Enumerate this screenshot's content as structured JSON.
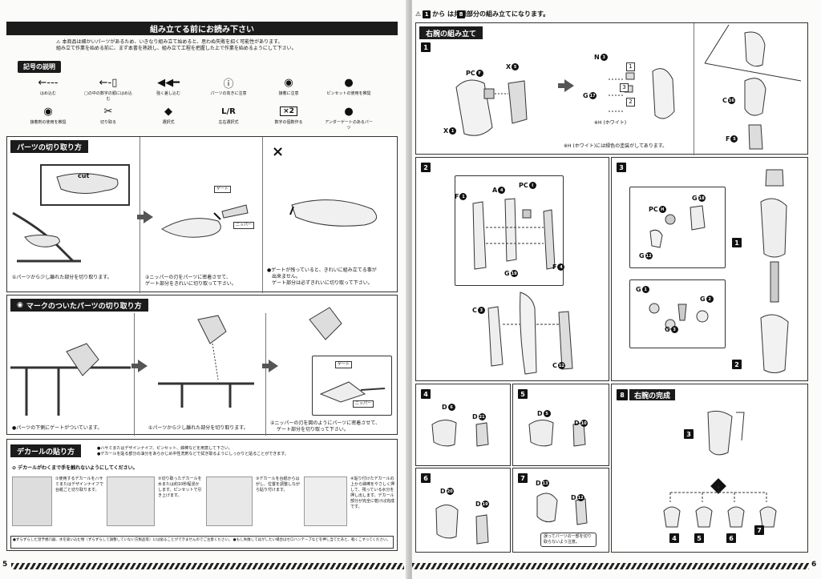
{
  "left_page": {
    "title": "組み立てる前にお読み下さい",
    "caution_line1": "本商品は細かいパーツがあるため、いきなり組み立て始めると、思わぬ失敗を招く可能性があります。",
    "caution_line2": "組み立て作業を始める前に、まず本書を熟読し、組み立て工程を把握した上で作業を始めるようにして下さい。",
    "legend_title": "記号の説明",
    "symbols": [
      {
        "label": "はめ込む"
      },
      {
        "label": "□の中の数字の順にはめ込む"
      },
      {
        "label": "強く差し込む"
      },
      {
        "label": "パーツの向きに注意"
      },
      {
        "label": "接着に注意"
      },
      {
        "label": "ピンセットの使用を推奨"
      },
      {
        "label": "接着剤の使用を推奨"
      },
      {
        "label": "切り取る"
      },
      {
        "label": "選択式"
      },
      {
        "label": "左右選択式"
      },
      {
        "label": "数字の個数作る"
      },
      {
        "label": "アンダーゲートのあるパーツ"
      }
    ],
    "x2_label": "×2",
    "cut_section": {
      "title": "パーツの切り取り方",
      "cut_label": "cut",
      "gate_label": "ゲート",
      "nipper_label": "ニッパー",
      "step1": "①パーツから少し離れた部分を切り取ります。",
      "step2a": "②ニッパーの刃をパーツに密着させて、",
      "step2b": "ゲート部分をきれいに切り取って下さい。",
      "bad_mark": "×",
      "bad1": "●ゲートが残っていると、きれいに組み立てる事が",
      "bad2": "出来ません。",
      "bad3": "ゲート部分は必ずきれいに切り取って下さい。"
    },
    "mark_section": {
      "title": "マークのついたパーツの切り取り方",
      "note1": "●パーツの下側にゲートがついています。",
      "note2": "①パーツから少し離れた部分を切り取ります。",
      "note3a": "②ニッパーの刃を図のようにパーツに密着させて、",
      "note3b": "ゲート部分を切り取って下さい。",
      "gate_label": "ゲート",
      "nipper_label": "ニッパー"
    },
    "decal_section": {
      "title": "デカールの貼り方",
      "bullet1": "●ハサミまたはデザインナイフ、ピンセット、綿棒などを用意して下さい。",
      "bullet2": "●デカールを貼る部分の油分をあらかじめ中性洗剤などで拭き取るようにしっかりと貼ることができます。",
      "warning": "デカールがわくまで手を触れないようにしてください。",
      "steps": [
        "①使用するデカールをハサミまたはデザインナイフで台紙ごと切り取ります。",
        "②切り取ったデカールを水または約10秒程浸かします。ピンセットで引き上げます。",
        "③デカールを台紙からはがし、位置を調整しながら貼り付けます。",
        "④貼り付けたデカールの上から綿棒をやさしく押して、残っている水分を押し出します。デカール部分が完全に乾けば完成です。"
      ],
      "footer1": "●ずらずらした湿予想凸器、水を吸い込む物（ずらずらして調整していない方製品等）には貼ることができませんのでご注意ください。",
      "footer2": "●もし失敗してはがしたい場合はセロハンテープなどを押し当てたあと、軽くこすってください。"
    },
    "page_number": "5"
  },
  "right_page": {
    "header_badge1": "1",
    "header_badge2": "8",
    "header_text": "から   は共通部分の組み立てになります。",
    "right_arm": {
      "title": "右腕の組み立て",
      "step1": "1",
      "step2": "2",
      "step3": "3",
      "step4": "4",
      "step5": "5",
      "step6": "6",
      "step7": "7",
      "step8": "8",
      "step8_title": "右腕の完成",
      "white_note": "※H (ホワイト)",
      "paint_note": "※H   (ホワイト)には緑色の塗装がしてあります。",
      "caution_cut": "誤ってパーツの一部を切り取らないよう注意。"
    },
    "labels": {
      "x1": "X",
      "pcF": "PC",
      "x5": "X",
      "n": "N",
      "g17": "G",
      "c16": "C",
      "f5": "F",
      "f1": "F",
      "a4": "A",
      "pcI": "PC",
      "g19": "G",
      "f4": "F",
      "c3": "C",
      "c12": "C",
      "pcH": "PC",
      "g18": "G",
      "g12": "G",
      "g1": "G",
      "g2": "G",
      "g3": "G",
      "d6": "D",
      "d21": "D",
      "d5": "D",
      "d10": "D",
      "d20": "D",
      "d19": "D",
      "d13": "D",
      "d12": "D"
    },
    "nums": {
      "x1": "1",
      "pcF": "F",
      "x5": "5",
      "n": "3",
      "g17": "17",
      "h": "1",
      "c16": "16",
      "f5": "5",
      "f1": "1",
      "a4": "4",
      "pcI": "I",
      "g19": "19",
      "f4": "4",
      "c3": "3",
      "c12": "12",
      "pcH": "H",
      "g18": "18",
      "g12": "12",
      "g1": "1",
      "g2": "2",
      "g3": "3",
      "d6": "6",
      "d21": "21",
      "d5": "5",
      "d10": "10",
      "d20": "20",
      "d19": "19",
      "d13": "13",
      "d12": "12"
    },
    "seq": {
      "one": "1",
      "two": "2",
      "three": "3"
    },
    "page_number": "6"
  }
}
